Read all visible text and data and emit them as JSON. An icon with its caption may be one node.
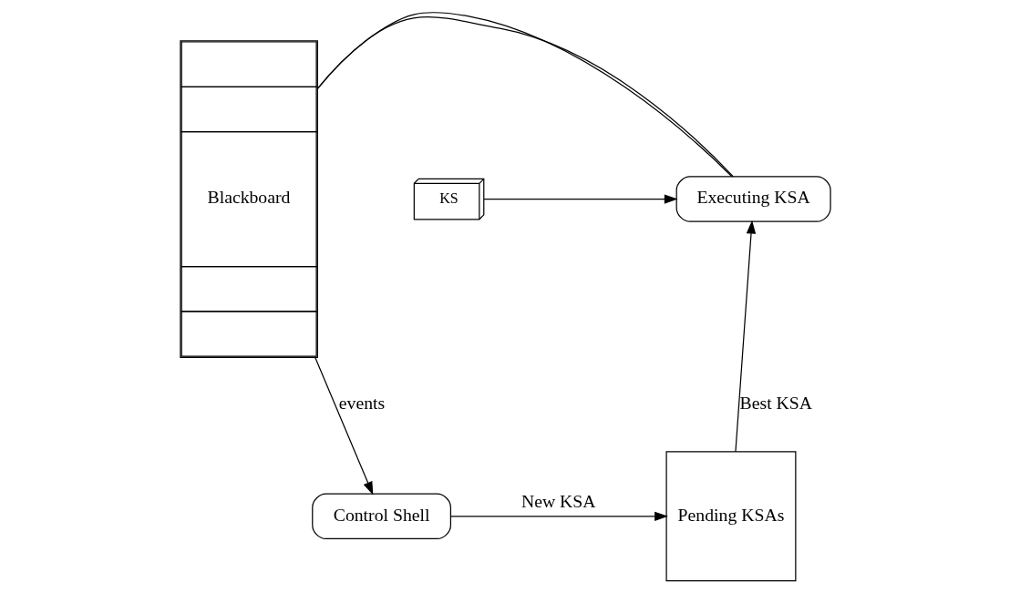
{
  "diagram": {
    "nodes": [
      {
        "text": [
          "Blackboard"
        ]
      },
      {
        "text": [
          "Executing KSA"
        ]
      },
      {
        "text": [
          "KS"
        ]
      },
      {
        "text": [
          "Pending KSAs"
        ]
      },
      {
        "text": [
          "Control Shell"
        ]
      }
    ],
    "edges": [
      {
        "from": 0,
        "to": 1,
        "arrow": "none"
      },
      {
        "from": 0,
        "to": 1,
        "arrow": "none"
      },
      {
        "from": 2,
        "to": 1,
        "arrow": "to"
      },
      {
        "from": 3,
        "to": 1,
        "arrow": "to",
        "label": "Best KSA"
      },
      {
        "from": 0,
        "to": 4,
        "arrow": "to",
        "label": "events"
      },
      {
        "from": 4,
        "to": 3,
        "arrow": "to",
        "label": "New KSA"
      }
    ]
  }
}
